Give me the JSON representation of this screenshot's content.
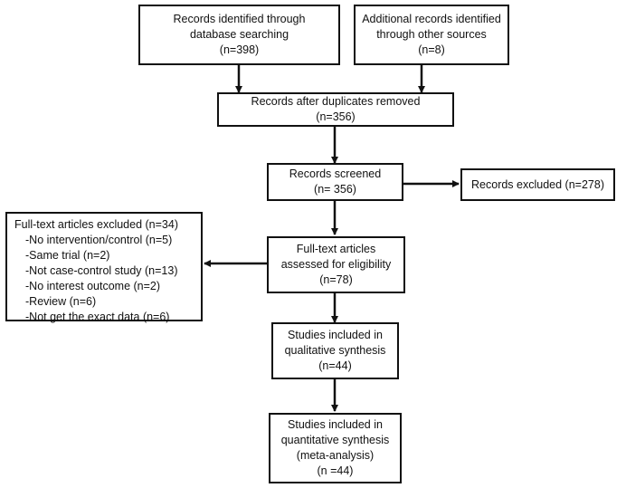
{
  "boxes": {
    "identified_db": [
      "Records  identified through",
      "database searching",
      "(n=398)"
    ],
    "identified_other": [
      "Additional records identified",
      "through other sources",
      "(n=8)"
    ],
    "after_duplicates": [
      "Records after duplicates removed",
      "(n=356)"
    ],
    "screened": [
      "Records screened",
      "(n= 356)"
    ],
    "records_excluded": [
      "Records excluded (n=278)"
    ],
    "fulltext_assessed": [
      "Full-text articles",
      "assessed for eligibility",
      "(n=78)"
    ],
    "qualitative": [
      "Studies included in",
      "qualitative synthesis",
      "(n=44)"
    ],
    "quantitative": [
      "Studies included in",
      "quantitative synthesis",
      "(meta-analysis)",
      "(n =44)"
    ]
  },
  "fulltext_excluded": {
    "title": "Full-text articles excluded (n=34)",
    "items": [
      "-No intervention/control (n=5)",
      "-Same trial (n=2)",
      "-Not case-control study (n=13)",
      "-No interest outcome (n=2)",
      "-Review (n=6)",
      "-Not  get the exact data (n=6)"
    ]
  }
}
